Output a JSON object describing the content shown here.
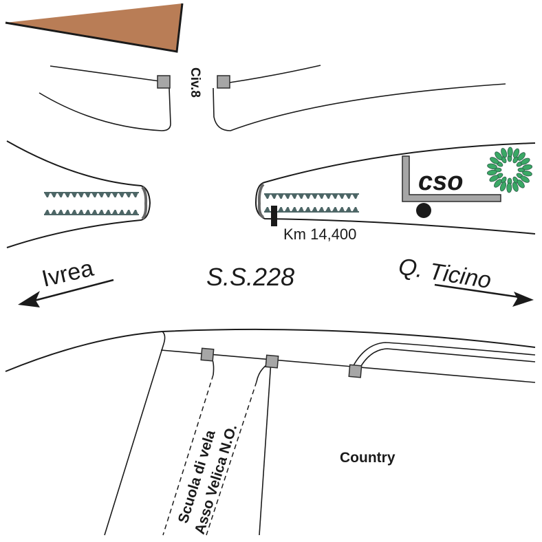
{
  "map": {
    "labels": {
      "civic_number": "Civ.8",
      "cso": "CSO",
      "km_marker": "Km 14,400",
      "road_name": "S.S.228",
      "direction_west": "Ivrea",
      "direction_east": "Q. Ticino",
      "sailing_school_line1": "Scuola di vela",
      "sailing_school_line2": "Asso Velica N.O.",
      "area": "Country"
    },
    "colors": {
      "roof": "#b97d56",
      "cso_box": "#a6a6a6",
      "foliage": "#3aa865",
      "hedge": "#4d6666",
      "line": "#1a1a1a"
    },
    "icons": {
      "west_arrow": "arrow-left-icon",
      "east_arrow": "arrow-right-icon",
      "tree": "tree-icon",
      "km_post": "km-post-icon"
    }
  }
}
